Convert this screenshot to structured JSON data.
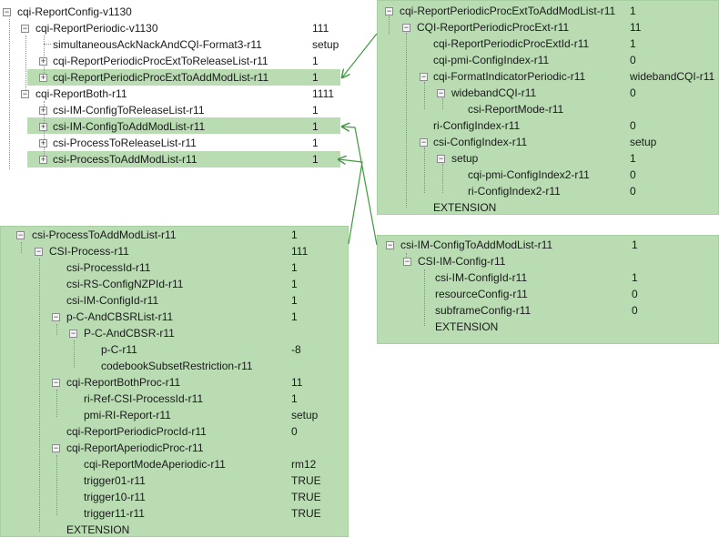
{
  "main_tree": {
    "root": {
      "label": "cqi-ReportConfig-v1130",
      "value": ""
    },
    "rows": [
      {
        "label": "cqi-ReportPeriodic-v1130",
        "value": "111"
      },
      {
        "label": "simultaneousAckNackAndCQI-Format3-r11",
        "value": "setup"
      },
      {
        "label": "cqi-ReportPeriodicProcExtToReleaseList-r11",
        "value": "1"
      },
      {
        "label": "cqi-ReportPeriodicProcExtToAddModList-r11",
        "value": "1"
      },
      {
        "label": "cqi-ReportBoth-r11",
        "value": "1111"
      },
      {
        "label": "csi-IM-ConfigToReleaseList-r11",
        "value": "1"
      },
      {
        "label": "csi-IM-ConfigToAddModList-r11",
        "value": "1"
      },
      {
        "label": "csi-ProcessToReleaseList-r11",
        "value": "1"
      },
      {
        "label": "csi-ProcessToAddModList-r11",
        "value": "1"
      }
    ]
  },
  "top_right_panel": {
    "rows": [
      {
        "label": "cqi-ReportPeriodicProcExtToAddModList-r11",
        "value": "1"
      },
      {
        "label": "CQI-ReportPeriodicProcExt-r11",
        "value": "11"
      },
      {
        "label": "cqi-ReportPeriodicProcExtId-r11",
        "value": "1"
      },
      {
        "label": "cqi-pmi-ConfigIndex-r11",
        "value": "0"
      },
      {
        "label": "cqi-FormatIndicatorPeriodic-r11",
        "value": "widebandCQI-r11"
      },
      {
        "label": "widebandCQI-r11",
        "value": "0"
      },
      {
        "label": "csi-ReportMode-r11",
        "value": ""
      },
      {
        "label": "ri-ConfigIndex-r11",
        "value": "0"
      },
      {
        "label": "csi-ConfigIndex-r11",
        "value": "setup"
      },
      {
        "label": "setup",
        "value": "1"
      },
      {
        "label": "cqi-pmi-ConfigIndex2-r11",
        "value": "0"
      },
      {
        "label": "ri-ConfigIndex2-r11",
        "value": "0"
      },
      {
        "label": "EXTENSION",
        "value": ""
      }
    ]
  },
  "bottom_left_panel": {
    "rows": [
      {
        "label": "csi-ProcessToAddModList-r11",
        "value": "1"
      },
      {
        "label": "CSI-Process-r11",
        "value": "111"
      },
      {
        "label": "csi-ProcessId-r11",
        "value": "1"
      },
      {
        "label": "csi-RS-ConfigNZPId-r11",
        "value": "1"
      },
      {
        "label": "csi-IM-ConfigId-r11",
        "value": "1"
      },
      {
        "label": "p-C-AndCBSRList-r11",
        "value": "1"
      },
      {
        "label": "P-C-AndCBSR-r11",
        "value": ""
      },
      {
        "label": "p-C-r11",
        "value": "-8"
      },
      {
        "label": "codebookSubsetRestriction-r11",
        "value": ""
      },
      {
        "label": "cqi-ReportBothProc-r11",
        "value": "11"
      },
      {
        "label": "ri-Ref-CSI-ProcessId-r11",
        "value": "1"
      },
      {
        "label": "pmi-RI-Report-r11",
        "value": "setup"
      },
      {
        "label": "cqi-ReportPeriodicProcId-r11",
        "value": "0"
      },
      {
        "label": "cqi-ReportAperiodicProc-r11",
        "value": ""
      },
      {
        "label": "cqi-ReportModeAperiodic-r11",
        "value": "rm12"
      },
      {
        "label": "trigger01-r11",
        "value": "TRUE"
      },
      {
        "label": "trigger10-r11",
        "value": "TRUE"
      },
      {
        "label": "trigger11-r11",
        "value": "TRUE"
      },
      {
        "label": "EXTENSION",
        "value": ""
      }
    ]
  },
  "bottom_right_panel": {
    "rows": [
      {
        "label": "csi-IM-ConfigToAddModList-r11",
        "value": "1"
      },
      {
        "label": "CSI-IM-Config-r11",
        "value": ""
      },
      {
        "label": "csi-IM-ConfigId-r11",
        "value": "1"
      },
      {
        "label": "resourceConfig-r11",
        "value": "0"
      },
      {
        "label": "subframeConfig-r11",
        "value": "0"
      },
      {
        "label": "EXTENSION",
        "value": ""
      }
    ]
  },
  "colors": {
    "highlight": "#b9dcb3",
    "arrow": "#3e9a3e"
  }
}
